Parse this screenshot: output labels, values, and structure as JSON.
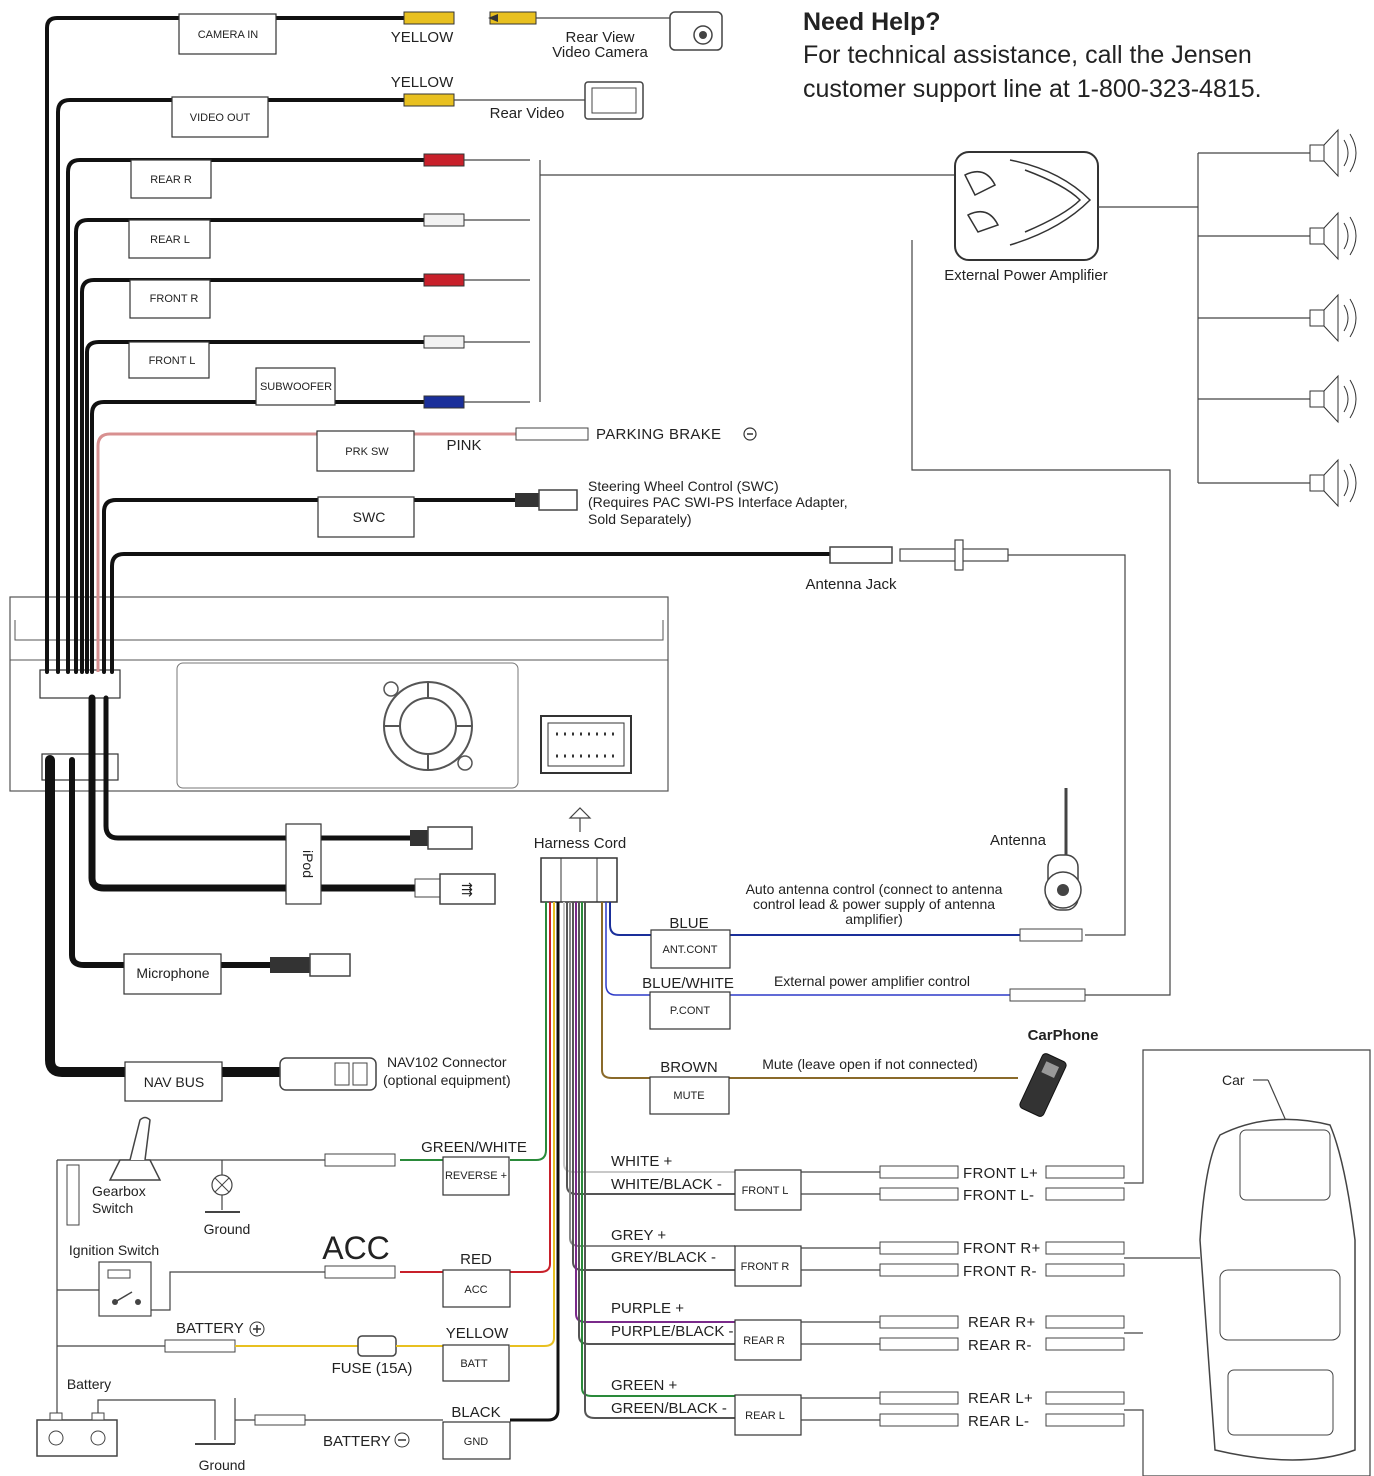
{
  "help": {
    "title": "Need Help?",
    "line1": "For technical assistance, call the Jensen",
    "line2": "customer support line at 1-800-323-4815."
  },
  "top_leads": {
    "camera_in": "CAMERA IN",
    "yellow_1": "YELLOW",
    "rear_view_camera_line1": "Rear View",
    "rear_view_camera_line2": "Video Camera",
    "video_out": "VIDEO OUT",
    "yellow_2": "YELLOW",
    "rear_video": "Rear Video",
    "rear_r": "REAR R",
    "rear_l": "REAR L",
    "front_r": "FRONT R",
    "front_l": "FRONT L",
    "subwoofer": "SUBWOOFER",
    "prk_sw": "PRK SW",
    "pink": "PINK",
    "parking_brake": "PARKING BRAKE",
    "swc": "SWC",
    "swc_note_line1": "Steering Wheel Control (SWC)",
    "swc_note_line2": "(Requires PAC SWI-PS Interface Adapter,",
    "swc_note_line3": "Sold Separately)",
    "antenna_jack": "Antenna Jack",
    "external_amp": "External Power Amplifier"
  },
  "bottom_leads": {
    "ipod": "iPod",
    "harness_cord": "Harness Cord",
    "microphone": "Microphone",
    "nav_bus": "NAV BUS",
    "nav_connector_line1": "NAV102 Connector",
    "nav_connector_line2": "(optional equipment)",
    "antenna": "Antenna",
    "auto_ant_line1": "Auto antenna control (connect to antenna",
    "auto_ant_line2": "control lead & power supply of antenna",
    "auto_ant_line3": "amplifier)",
    "blue": "BLUE",
    "ant_cont": "ANT.CONT",
    "blue_white": "BLUE/WHITE",
    "p_cont": "P.CONT",
    "ext_amp_control": "External power amplifier control",
    "carphone": "CarPhone",
    "brown": "BROWN",
    "mute_note": "Mute (leave open if not connected)",
    "mute": "MUTE",
    "car": "Car"
  },
  "power_leads": {
    "green_white": "GREEN/WHITE",
    "reverse": "REVERSE +",
    "gearbox_line1": "Gearbox",
    "gearbox_line2": "Switch",
    "ground_1": "Ground",
    "acc_big": "ACC",
    "ignition_switch": "Ignition Switch",
    "red": "RED",
    "acc": "ACC",
    "battery_plus": "BATTERY",
    "yellow": "YELLOW",
    "fuse": "FUSE (15A)",
    "batt": "BATT",
    "battery": "Battery",
    "black": "BLACK",
    "battery_minus": "BATTERY",
    "gnd": "GND",
    "ground_2": "Ground"
  },
  "speaker_leads": {
    "white_plus": "WHITE +",
    "white_black": "WHITE/BLACK -",
    "front_l_box": "FRONT L",
    "front_l_plus": "FRONT L+",
    "front_l_minus": "FRONT L-",
    "grey_plus": "GREY +",
    "grey_black": "GREY/BLACK -",
    "front_r_box": "FRONT R",
    "front_r_plus": "FRONT R+",
    "front_r_minus": "FRONT R-",
    "purple_plus": "PURPLE +",
    "purple_black": "PURPLE/BLACK -",
    "rear_r_box": "REAR R",
    "rear_r_plus": "REAR R+",
    "rear_r_minus": "REAR R-",
    "green_plus": "GREEN +",
    "green_black": "GREEN/BLACK -",
    "rear_l_box": "REAR L",
    "rear_l_plus": "REAR L+",
    "rear_l_minus": "REAR L-"
  },
  "wire_colors": {
    "yellow": "#e8c020",
    "red": "#c8202a",
    "white": "#e8e8e8",
    "blue": "#1a2f9a",
    "pink": "#d89090",
    "brown": "#8a6a2a",
    "green": "#2a8a3a",
    "purple": "#7a2a8a",
    "grey": "#888888",
    "black": "#111111"
  }
}
